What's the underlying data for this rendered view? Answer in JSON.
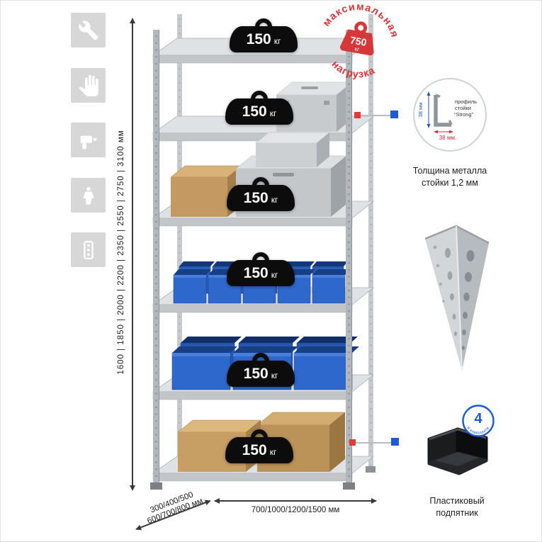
{
  "feature_icons": [
    {
      "name": "wrench"
    },
    {
      "name": "gloves"
    },
    {
      "name": "drill"
    },
    {
      "name": "person"
    },
    {
      "name": "power-strip"
    }
  ],
  "dimensions": {
    "height_label": "1600 | 1850 | 2000 | 2200 | 2350 | 2550 | 2750 | 3100 мм",
    "depth_line1": "300/400/500",
    "depth_line2": "600/700/800 мм",
    "width_label": "700/1000/1200/1500 мм"
  },
  "rack": {
    "shelf_loads": [
      {
        "value": "150",
        "unit": "кг"
      },
      {
        "value": "150",
        "unit": "кг"
      },
      {
        "value": "150",
        "unit": "кг"
      },
      {
        "value": "150",
        "unit": "кг"
      },
      {
        "value": "150",
        "unit": "кг"
      },
      {
        "value": "150",
        "unit": "кг"
      }
    ]
  },
  "max_load_stamp": {
    "arc_top": "максимальная",
    "arc_bottom": "нагрузка",
    "value": "750",
    "unit": "кг"
  },
  "profile_callout": {
    "label_line1": "профиль",
    "label_line2": "стойки",
    "label_line3": "“Strong”",
    "dim_vertical": "38 мм",
    "dim_horizontal": "38 мм.",
    "caption_line1": "Толщина металла",
    "caption_line2": "стойки 1,2 мм"
  },
  "foot_callout": {
    "badge_value": "4",
    "badge_text": "в комплекте",
    "caption_line1": "Пластиковый",
    "caption_line2": "подпятник"
  },
  "colors": {
    "accent_red": "#d6383a",
    "accent_blue": "#1f5bd4"
  }
}
